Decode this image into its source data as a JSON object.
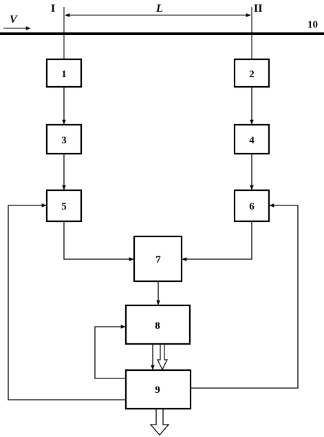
{
  "diagram": {
    "section_labels": {
      "left": "I",
      "right": "II"
    },
    "distance_label": "L",
    "velocity_label": "V",
    "line_label": "10",
    "blocks": {
      "b1": "1",
      "b2": "2",
      "b3": "3",
      "b4": "4",
      "b5": "5",
      "b6": "6",
      "b7": "7",
      "b8": "8",
      "b9": "9"
    }
  }
}
